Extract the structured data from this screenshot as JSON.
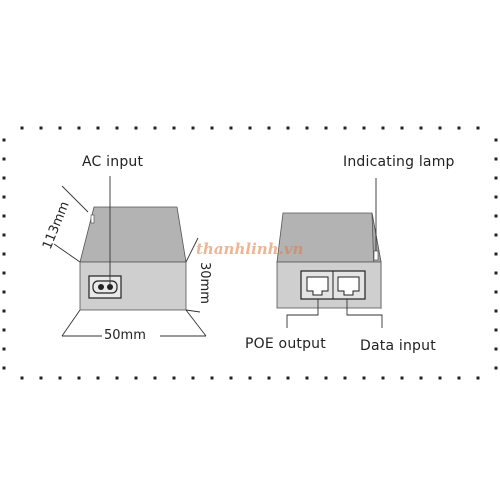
{
  "labels": {
    "ac_input": "AC input",
    "indicating_lamp": "Indicating lamp",
    "poe_output": "POE output",
    "data_input": "Data input"
  },
  "dimensions": {
    "length": "113mm",
    "height": "30mm",
    "width": "50mm"
  },
  "watermark": "thanhlinh.vn",
  "colors": {
    "device_top": "#b3b3b3",
    "device_front": "#cfcfcf",
    "device_side": "#a9a9a9",
    "line": "#333333",
    "dot_border": "#222222"
  }
}
